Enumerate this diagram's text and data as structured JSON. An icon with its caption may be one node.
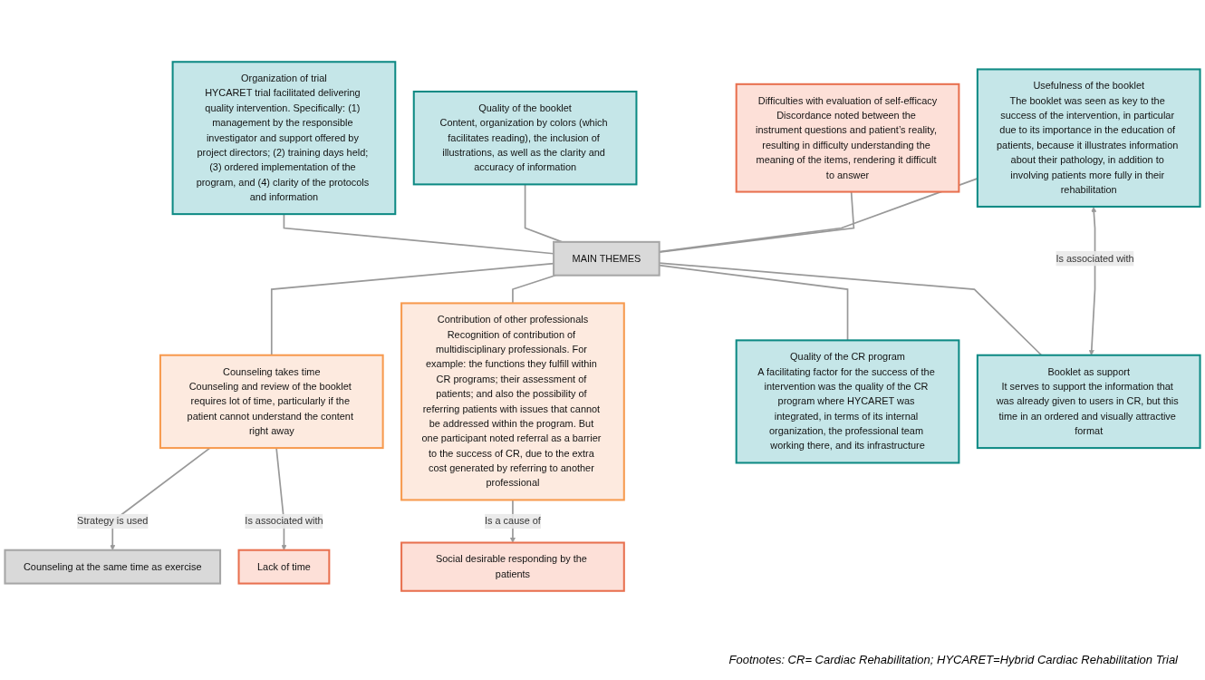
{
  "diagram": {
    "nodes": [
      {
        "text": [
          "Organization of trial",
          "HYCARET trial facilitated delivering quality intervention. Specifically: (1) management by the responsible investigator and support offered by project directors; (2) training days held; (3) ordered implementation of the program, and (4) clarity of the protocols and information"
        ]
      },
      {
        "text": [
          "Quality of the booklet",
          "Content, organization by colors (which facilitates reading), the inclusion of illustrations, as well as the clarity and accuracy of information"
        ]
      },
      {
        "text": [
          "Usefulness of the booklet",
          "The booklet was seen as key to the success of the intervention, in particular due to its importance in the education of patients, because it illustrates information about their pathology, in addition to involving patients more fully in their rehabilitation"
        ]
      },
      {
        "text": [
          "Difficulties with evaluation of self-efficacy",
          "Discordance noted between the instrument questions and patient’s reality, resulting in difficulty understanding the meaning of the items, rendering it difficult to answer"
        ]
      },
      {
        "text": [
          "MAIN THEMES"
        ]
      },
      {
        "text": [
          "Booklet as support",
          "It serves to support the information that was already given to users in CR, but this time in an ordered and visually attractive format"
        ]
      },
      {
        "text": [
          "Social desirable responding by the patients"
        ]
      },
      {
        "text": [
          "Counseling takes time",
          "Counseling and review of the booklet requires lot of time, particularly if the patient cannot understand the content right away"
        ]
      },
      {
        "text": [
          "Contribution of other professionals",
          "Recognition of contribution of multidisciplinary professionals. For example: the functions they fulfill within CR programs; their assessment of patients; and also the possibility of referring patients with issues that cannot be addressed within the program. But one participant noted referral as a barrier to the success of CR, due to the extra cost generated by referring to another professional"
        ]
      },
      {
        "text": [
          "Quality of the CR program",
          "A facilitating factor for the success of the intervention was the quality of the CR program where HYCARET was integrated, in terms of its internal organization, the professional team working there, and its infrastructure"
        ]
      },
      {
        "text": [
          "Counseling at the same time as exercise"
        ]
      },
      {
        "text": [
          "Lack of time"
        ]
      }
    ],
    "edges": [
      {
        "from": 0,
        "to": 4,
        "arrow": "none"
      },
      {
        "from": 1,
        "to": 4,
        "arrow": "none"
      },
      {
        "from": 2,
        "to": 4,
        "arrow": "none"
      },
      {
        "from": 3,
        "to": 4,
        "arrow": "none"
      },
      {
        "from": 4,
        "to": 5,
        "arrow": "none"
      },
      {
        "from": 4,
        "to": 7,
        "arrow": "none"
      },
      {
        "from": 4,
        "to": 8,
        "arrow": "none"
      },
      {
        "from": 4,
        "to": 9,
        "arrow": "none"
      },
      {
        "from": 2,
        "to": 5,
        "arrow": "both",
        "label": "Is associated with"
      },
      {
        "from": 8,
        "to": 6,
        "arrow": "to",
        "label": "Is a cause of"
      },
      {
        "from": 7,
        "to": 10,
        "arrow": "to",
        "label": "Strategy is used"
      },
      {
        "from": 7,
        "to": 11,
        "arrow": "to",
        "label": "Is associated with"
      }
    ],
    "labels": [
      "Footnotes: CR= Cardiac Rehabilitation; HYCARET=Hybrid Cardiac Rehabilitation Trial"
    ]
  }
}
